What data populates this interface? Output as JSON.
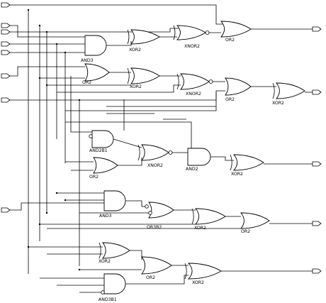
{
  "gates": [
    {
      "id": "g1",
      "type": "AND",
      "label": "AND3"
    },
    {
      "id": "g2",
      "type": "XOR",
      "label": "XOR2"
    },
    {
      "id": "g3",
      "type": "XNOR",
      "label": "XNOR2"
    },
    {
      "id": "g4",
      "type": "OR",
      "label": "OR2"
    },
    {
      "id": "g5",
      "type": "OR",
      "label": "OR2"
    },
    {
      "id": "g6",
      "type": "XOR",
      "label": "XOR2"
    },
    {
      "id": "g7",
      "type": "XNOR",
      "label": "XNOR2"
    },
    {
      "id": "g8",
      "type": "OR",
      "label": "OR2"
    },
    {
      "id": "g9",
      "type": "XOR",
      "label": "XOR2"
    },
    {
      "id": "g10",
      "type": "AND",
      "label": "AND2B1"
    },
    {
      "id": "g11",
      "type": "OR",
      "label": "OR2"
    },
    {
      "id": "g12",
      "type": "XNOR",
      "label": "XNOR2"
    },
    {
      "id": "g13",
      "type": "AND",
      "label": "AND2"
    },
    {
      "id": "g14",
      "type": "XOR",
      "label": "XOR2"
    },
    {
      "id": "g15",
      "type": "AND",
      "label": "AND3"
    },
    {
      "id": "g16",
      "type": "OR",
      "label": "OR3B2"
    },
    {
      "id": "g17",
      "type": "XOR",
      "label": "XOR2"
    },
    {
      "id": "g18",
      "type": "OR",
      "label": "OR2"
    },
    {
      "id": "g19",
      "type": "XOR",
      "label": "XOR2"
    },
    {
      "id": "g20",
      "type": "OR",
      "label": "OR2"
    },
    {
      "id": "g21",
      "type": "AND",
      "label": "AND3B1"
    },
    {
      "id": "g22",
      "type": "XOR",
      "label": "XOR2"
    }
  ]
}
